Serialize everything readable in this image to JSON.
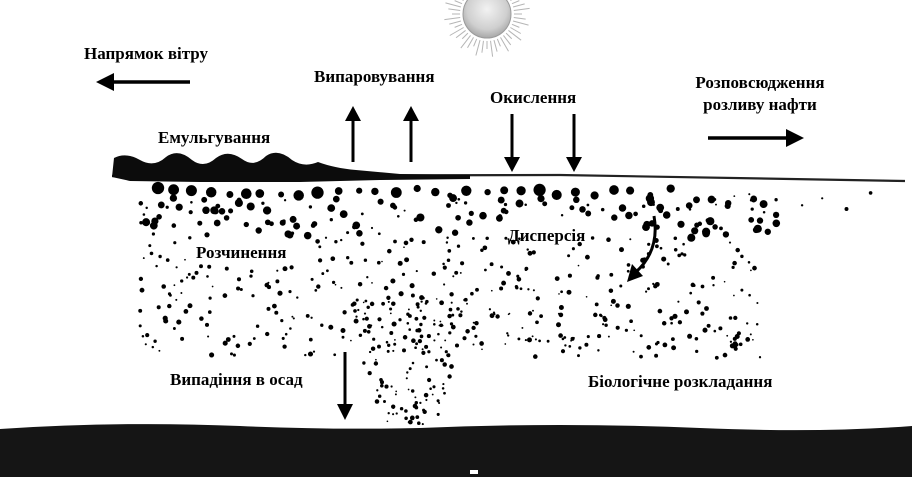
{
  "labels": {
    "wind": "Напрямок вітру",
    "evaporation": "Випаровування",
    "oxidation": "Окислення",
    "spreading_line1": "Розповсюдження",
    "spreading_line2": "розливу нафти",
    "emulsification": "Емульгування",
    "dissolution": "Розчинення",
    "dispersion": "Дисперсія",
    "sedimentation": "Випадіння в осад",
    "biodegradation": "Біологічне розкладання"
  },
  "icons": {
    "sun": "sun-icon",
    "oil_slick": "oil-slick-icon",
    "sea_floor": "sea-floor-icon"
  },
  "colors": {
    "ink": "#000000",
    "sun_fill": "#d9d9d9",
    "sea_floor": "#151515",
    "water_surface": "#222222"
  }
}
